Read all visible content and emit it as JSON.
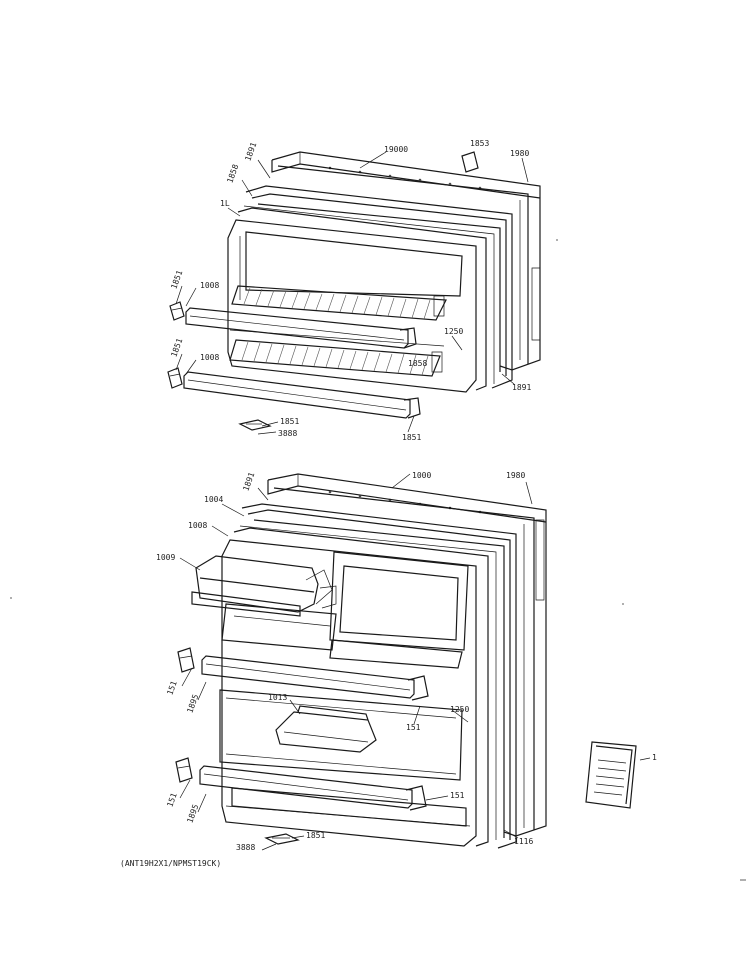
{
  "labels": {
    "fz_door": "19000",
    "fz_top_clip": "1853",
    "fz_handle_r": "1980",
    "fz_handle_l": "1891",
    "fz_gasket_top": "1858",
    "fz_dike": "1L",
    "fz_shelf_clip_1": "1851",
    "fz_shelf_1": "1008",
    "fz_shelf_clip_2": "1851",
    "fz_shelf_2": "1008",
    "fz_panel_r": "1250",
    "fz_seal": "1858",
    "fz_bottom_r": "1891",
    "fz_end_clip": "1851",
    "fz_bag": "1851",
    "fz_bag_sub": "3888",
    "ff_door": "1000",
    "ff_handle_r": "1980",
    "ff_gasket": "1891",
    "ff_dike": "1004",
    "ff_liner": "1008",
    "ff_dairy": "1009",
    "ff_clip_1": "151",
    "ff_rail_1": "1895",
    "ff_bin": "1013",
    "ff_cap_r1": "151",
    "ff_panel_r": "1250",
    "ff_clip_2": "151",
    "ff_rail_2": "1895",
    "ff_cap_r2": "151",
    "ff_bottom_r": "1116",
    "ff_bag": "1851",
    "ff_bag_sub": "3888",
    "manual": "1",
    "model_caption": "(ANT19H2X1/NPMST19CK)"
  }
}
